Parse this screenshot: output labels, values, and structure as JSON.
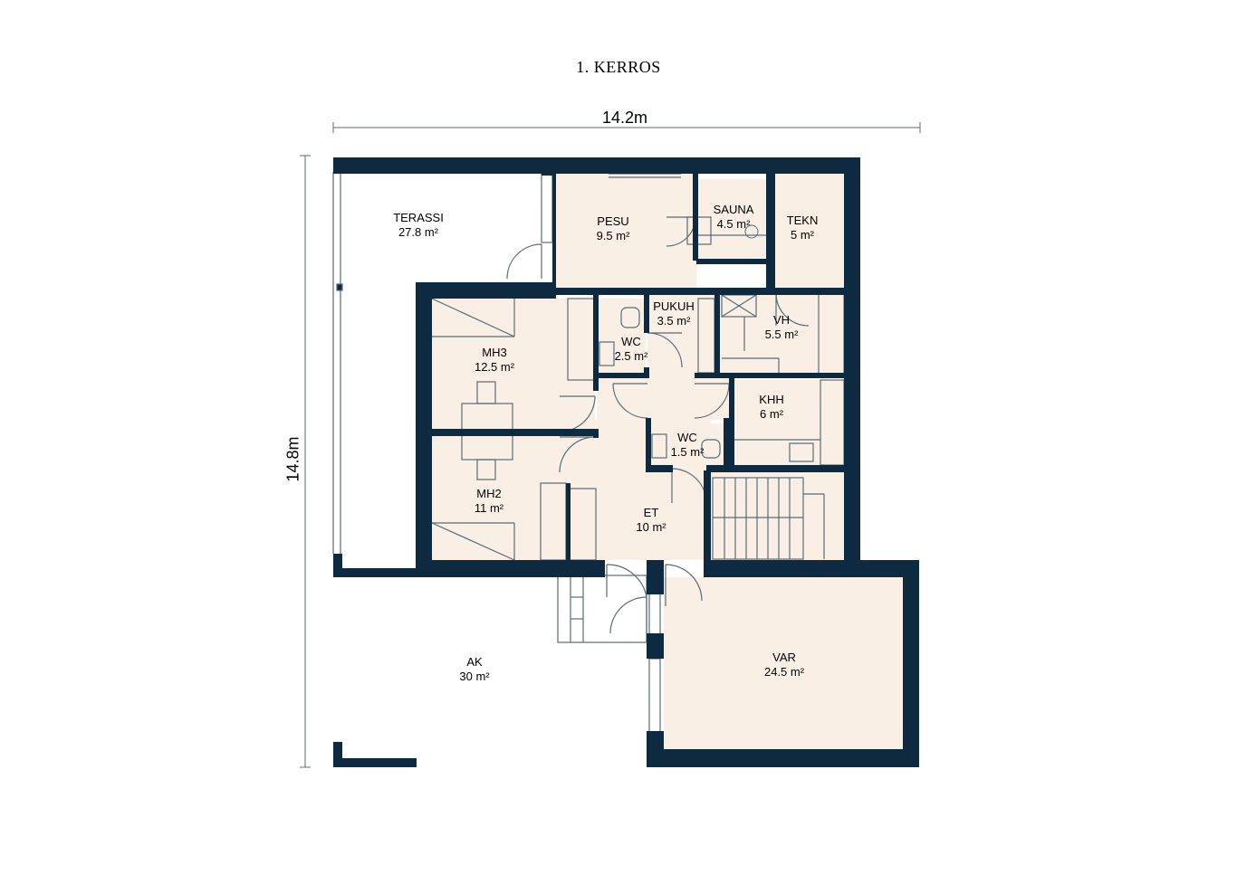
{
  "title": "1. KERROS",
  "dimensions": {
    "width": "14.2m",
    "depth": "14.8m"
  },
  "colors": {
    "wall": "#0d2a40",
    "fill": "#f9efe4",
    "text": "#1a1a1a",
    "line": "#5a6a78"
  },
  "rooms": [
    {
      "id": "terassi",
      "name": "TERASSI",
      "area": "27.8 m²"
    },
    {
      "id": "pesu",
      "name": "PESU",
      "area": "9.5 m²"
    },
    {
      "id": "sauna",
      "name": "SAUNA",
      "area": "4.5 m²"
    },
    {
      "id": "tekn",
      "name": "TEKN",
      "area": "5 m²"
    },
    {
      "id": "pukuh",
      "name": "PUKUH",
      "area": "3.5 m²"
    },
    {
      "id": "vh",
      "name": "VH",
      "area": "5.5 m²"
    },
    {
      "id": "mh3",
      "name": "MH3",
      "area": "12.5 m²"
    },
    {
      "id": "wc1",
      "name": "WC",
      "area": "2.5 m²"
    },
    {
      "id": "khh",
      "name": "KHH",
      "area": "6 m²"
    },
    {
      "id": "wc2",
      "name": "WC",
      "area": "1.5 m²"
    },
    {
      "id": "mh2",
      "name": "MH2",
      "area": "11 m²"
    },
    {
      "id": "et",
      "name": "ET",
      "area": "10 m²"
    },
    {
      "id": "ak",
      "name": "AK",
      "area": "30 m²"
    },
    {
      "id": "var",
      "name": "VAR",
      "area": "24.5 m²"
    }
  ]
}
